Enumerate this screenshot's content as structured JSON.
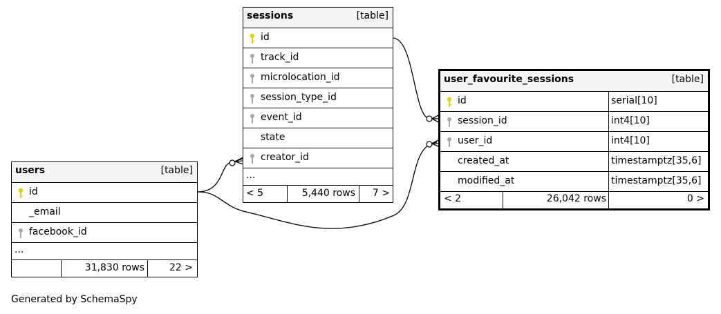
{
  "footer": "Generated by SchemaSpy",
  "tables": {
    "sessions": {
      "name": "sessions",
      "type": "[table]",
      "columns": [
        "id",
        "track_id",
        "microlocation_id",
        "session_type_id",
        "event_id",
        "state",
        "creator_id"
      ],
      "more": "...",
      "stats": {
        "left": "< 5",
        "rows": "5,440 rows",
        "right": "7 >"
      }
    },
    "users": {
      "name": "users",
      "type": "[table]",
      "columns": [
        "id",
        "_email",
        "facebook_id"
      ],
      "more": "...",
      "stats": {
        "left": "",
        "rows": "31,830 rows",
        "right": "22 >"
      }
    },
    "ufs": {
      "name": "user_favourite_sessions",
      "type": "[table]",
      "columns": [
        {
          "name": "id",
          "type": "serial[10]"
        },
        {
          "name": "session_id",
          "type": "int4[10]"
        },
        {
          "name": "user_id",
          "type": "int4[10]"
        },
        {
          "name": "created_at",
          "type": "timestamptz[35,6]"
        },
        {
          "name": "modified_at",
          "type": "timestamptz[35,6]"
        }
      ],
      "stats": {
        "left": "< 2",
        "rows": "26,042 rows",
        "right": "0 >"
      }
    }
  },
  "colors": {
    "primary_key": "#e6d000",
    "foreign_key": "#a8a8a8",
    "header_bg": "#f4f4f4"
  }
}
